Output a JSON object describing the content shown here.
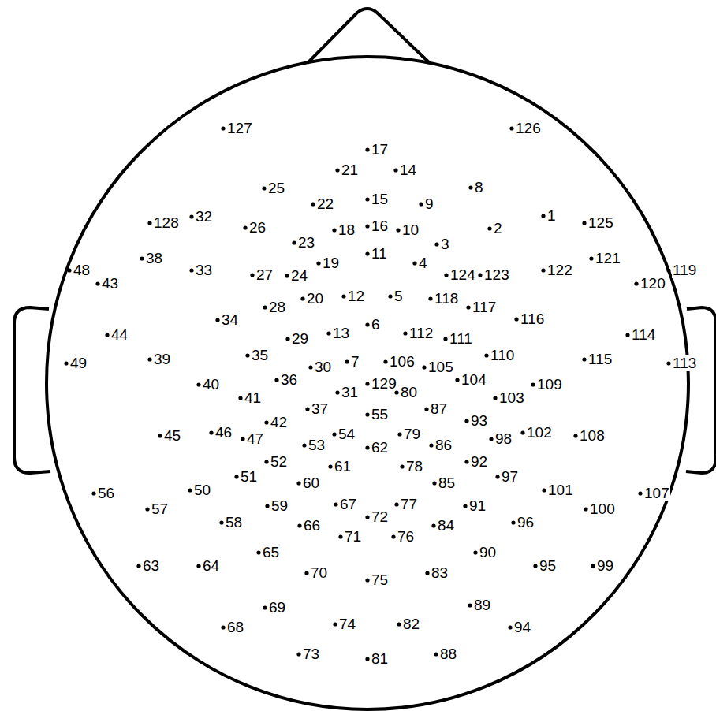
{
  "diagram": {
    "labels": [
      "127",
      "126",
      "17",
      "21",
      "14",
      "25",
      "8",
      "22",
      "15",
      "9",
      "128",
      "32",
      "26",
      "18",
      "16",
      "10",
      "2",
      "1",
      "125",
      "3",
      "23",
      "11",
      "19",
      "4",
      "38",
      "33",
      "27",
      "24",
      "124",
      "123",
      "122",
      "121",
      "48",
      "43",
      "119",
      "120",
      "28",
      "20",
      "12",
      "5",
      "118",
      "117",
      "116",
      "34",
      "44",
      "29",
      "13",
      "6",
      "112",
      "111",
      "114",
      "35",
      "7",
      "106",
      "105",
      "110",
      "115",
      "49",
      "39",
      "30",
      "36",
      "104",
      "113",
      "40",
      "41",
      "31",
      "129",
      "80",
      "103",
      "109",
      "37",
      "55",
      "87",
      "42",
      "93",
      "45",
      "46",
      "47",
      "53",
      "54",
      "62",
      "79",
      "86",
      "98",
      "102",
      "108",
      "52",
      "61",
      "78",
      "92",
      "51",
      "60",
      "85",
      "97",
      "56",
      "50",
      "101",
      "107",
      "57",
      "59",
      "67",
      "72",
      "77",
      "91",
      "100",
      "58",
      "66",
      "71",
      "76",
      "84",
      "96",
      "65",
      "90",
      "63",
      "64",
      "70",
      "75",
      "83",
      "95",
      "99",
      "69",
      "89",
      "68",
      "74",
      "82",
      "94",
      "73",
      "81",
      "88"
    ]
  }
}
